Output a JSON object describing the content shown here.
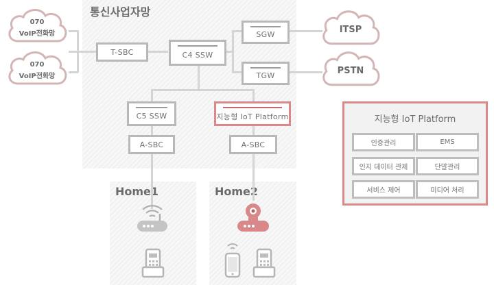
{
  "network_title": "통신사업자망",
  "clouds": [
    {
      "id": "voip1",
      "lines": [
        "070",
        "VoIP전화망"
      ]
    },
    {
      "id": "voip2",
      "lines": [
        "070",
        "VoIP전화망"
      ]
    },
    {
      "id": "itsp",
      "lines": [
        "ITSP"
      ]
    },
    {
      "id": "pstn",
      "lines": [
        "PSTN"
      ]
    }
  ],
  "boxes": {
    "tsbc": "T-SBC",
    "c4ssw": "C4 SSW",
    "sgw": "SGW",
    "tgw": "TGW",
    "c5ssw": "C5 SSW",
    "iotplatform": "지능형 IoT Platform",
    "asbc1": "A-SBC",
    "asbc2": "A-SBC"
  },
  "homes": {
    "home1": "Home1",
    "home2": "Home2"
  },
  "iot_platform": {
    "title": "지능형 IoT Platform",
    "modules": [
      "인증관리",
      "EMS",
      "인지 데이터 관제",
      "단말관리",
      "서비스 제어",
      "미디어 처리"
    ]
  },
  "colors": {
    "accent": "#d9898a",
    "gray_border": "#b8b8b8",
    "line": "#d4d4d4"
  }
}
